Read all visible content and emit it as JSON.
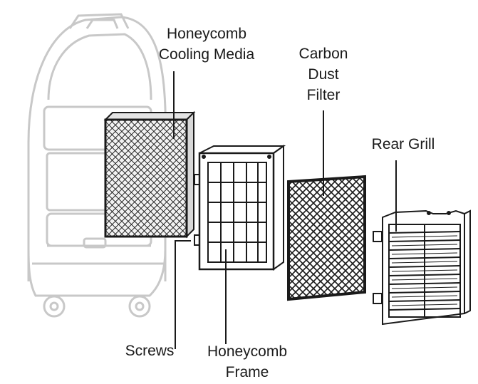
{
  "labels": {
    "cooling_media": [
      "Honeycomb",
      "Cooling Media"
    ],
    "carbon_filter": [
      "Carbon",
      "Dust",
      "Filter"
    ],
    "rear_grill": [
      "Rear Grill"
    ],
    "screws": [
      "Screws"
    ],
    "frame": [
      "Honeycomb",
      "Frame"
    ]
  },
  "colors": {
    "outline": "#1a1a1a",
    "cooler_body": "#c8c8c8",
    "media_fill": "#f2f2f2",
    "filter_fill": "#ffffff"
  }
}
